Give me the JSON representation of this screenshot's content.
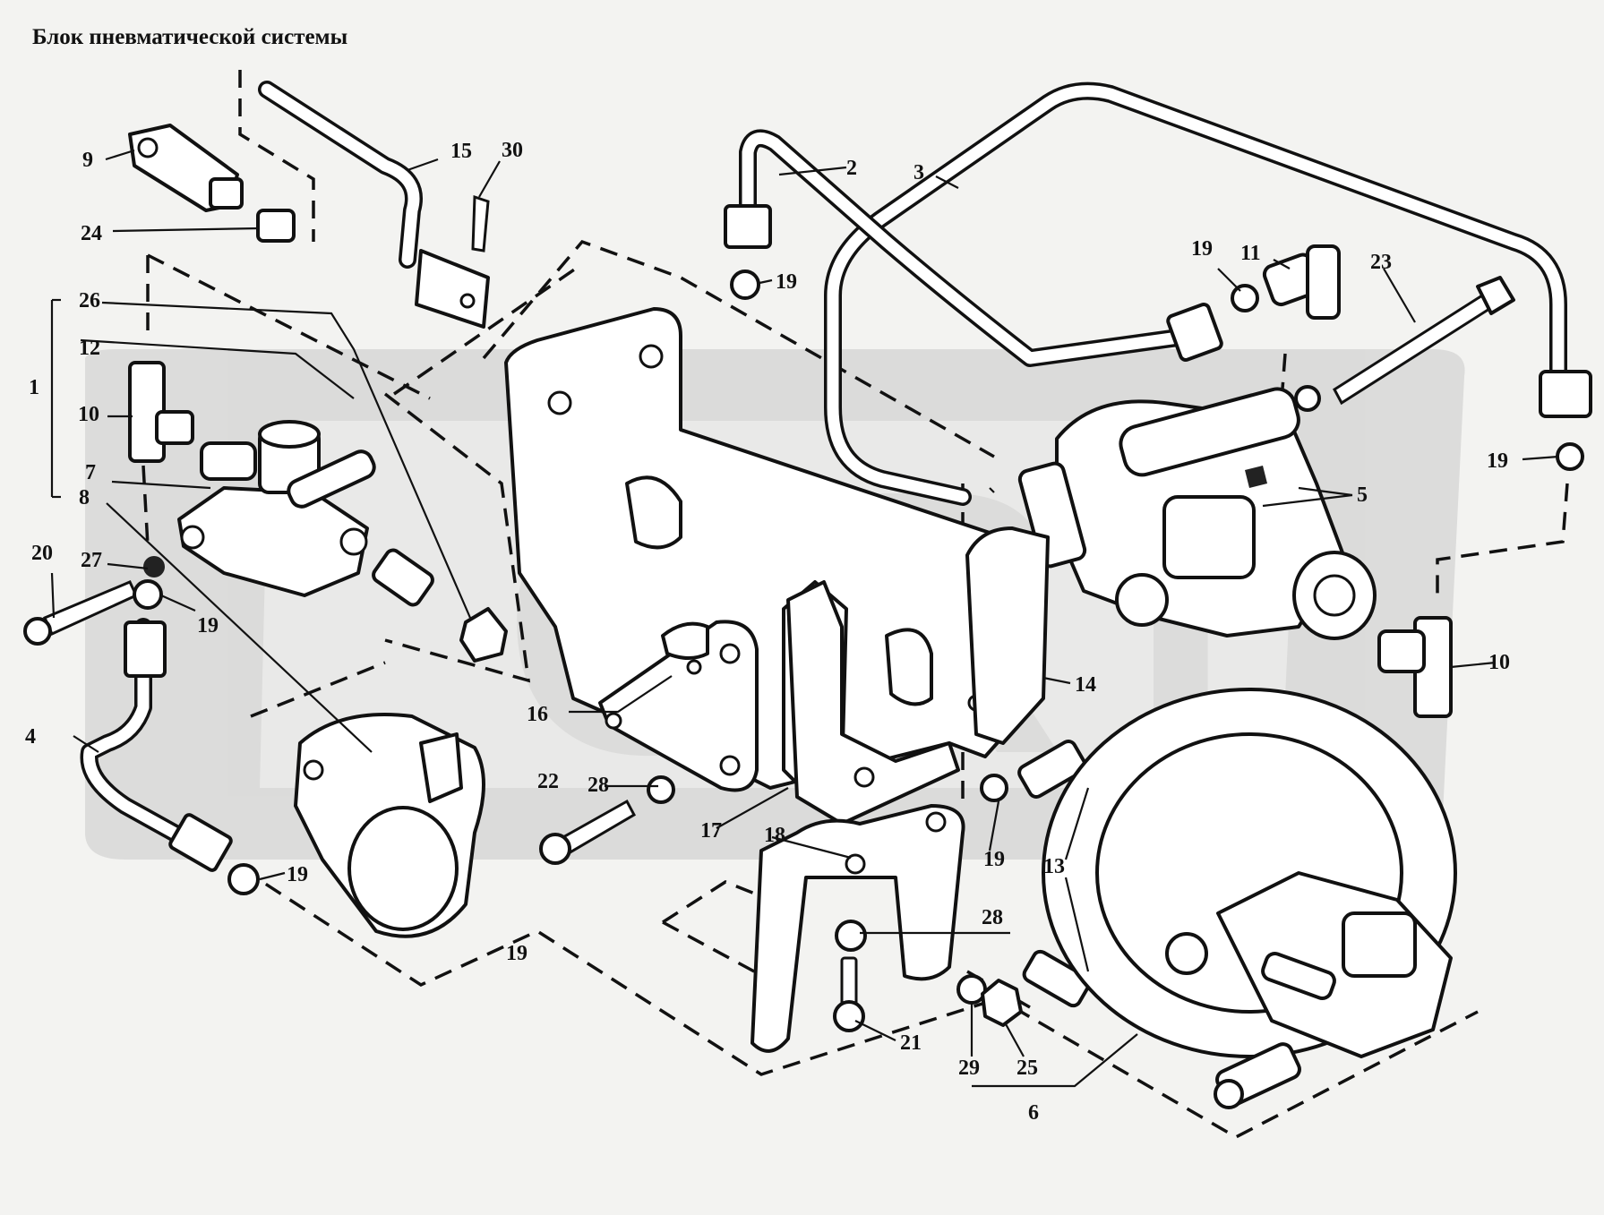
{
  "title": "Блок пневматической системы",
  "watermark": "ORT",
  "callouts": [
    "1",
    "2",
    "3",
    "4",
    "5",
    "6",
    "7",
    "8",
    "9",
    "10",
    "10",
    "11",
    "12",
    "13",
    "14",
    "15",
    "16",
    "17",
    "18",
    "19",
    "19",
    "19",
    "19",
    "19",
    "19",
    "19",
    "20",
    "21",
    "22",
    "23",
    "24",
    "25",
    "26",
    "27",
    "28",
    "28",
    "29",
    "30"
  ],
  "colors": {
    "background": "#f3f3f1",
    "ink": "#111111",
    "watermark": "#c8c8c8"
  }
}
